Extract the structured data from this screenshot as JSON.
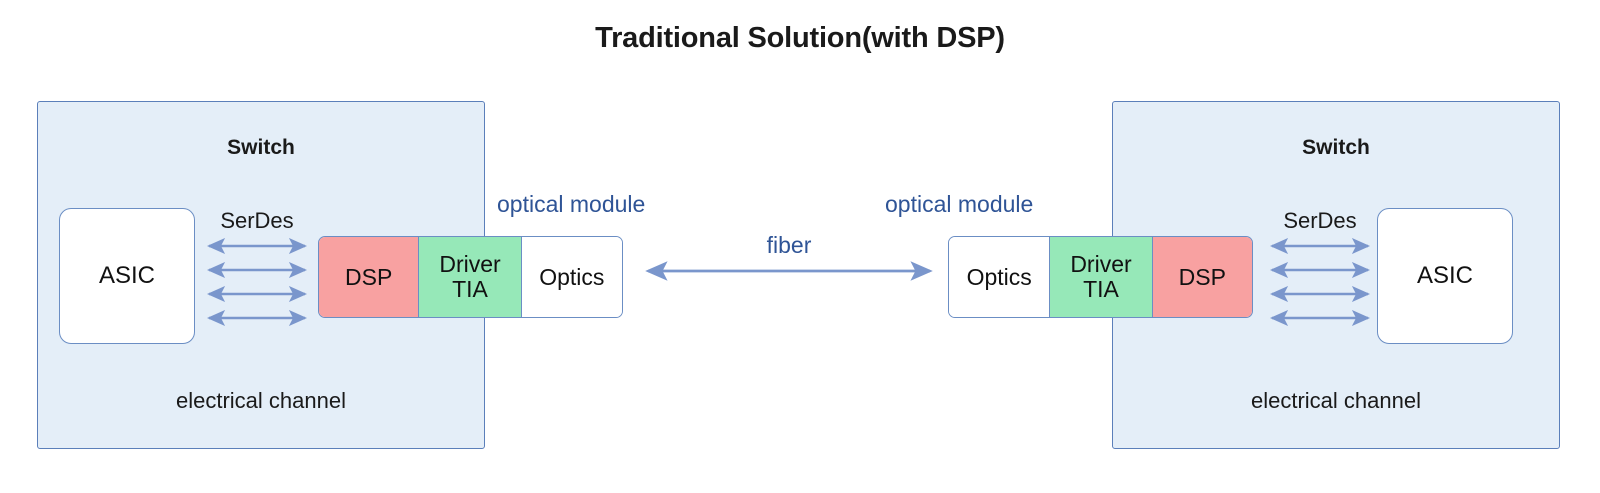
{
  "title": "Traditional Solution(with DSP)",
  "colors": {
    "switch_fill": "#e4eef8",
    "switch_border": "#5b7fba",
    "dsp_fill": "#f8a1a1",
    "driver_fill": "#96e8b8",
    "optics_fill": "#ffffff",
    "block_border": "#6b8ec4",
    "arrow": "#7a96cc",
    "caption_blue": "#2f5496",
    "text": "#1a1a1a",
    "background": "#ffffff"
  },
  "left": {
    "switch_label": "Switch",
    "channel_label": "electrical channel",
    "asic_label": "ASIC",
    "serdes_label": "SerDes",
    "serdes_arrow_count": 4,
    "optical_caption": "optical module",
    "module_cells": [
      {
        "label": "DSP",
        "color": "#f8a1a1"
      },
      {
        "label": "Driver\nTIA",
        "line1": "Driver",
        "line2": "TIA",
        "color": "#96e8b8"
      },
      {
        "label": "Optics",
        "color": "#ffffff"
      }
    ]
  },
  "right": {
    "switch_label": "Switch",
    "channel_label": "electrical channel",
    "asic_label": "ASIC",
    "serdes_label": "SerDes",
    "serdes_arrow_count": 4,
    "optical_caption": "optical module",
    "module_cells": [
      {
        "label": "Optics",
        "color": "#ffffff"
      },
      {
        "label": "Driver\nTIA",
        "line1": "Driver",
        "line2": "TIA",
        "color": "#96e8b8"
      },
      {
        "label": "DSP",
        "color": "#f8a1a1"
      }
    ]
  },
  "fiber": {
    "label": "fiber",
    "direction": "bidirectional"
  }
}
